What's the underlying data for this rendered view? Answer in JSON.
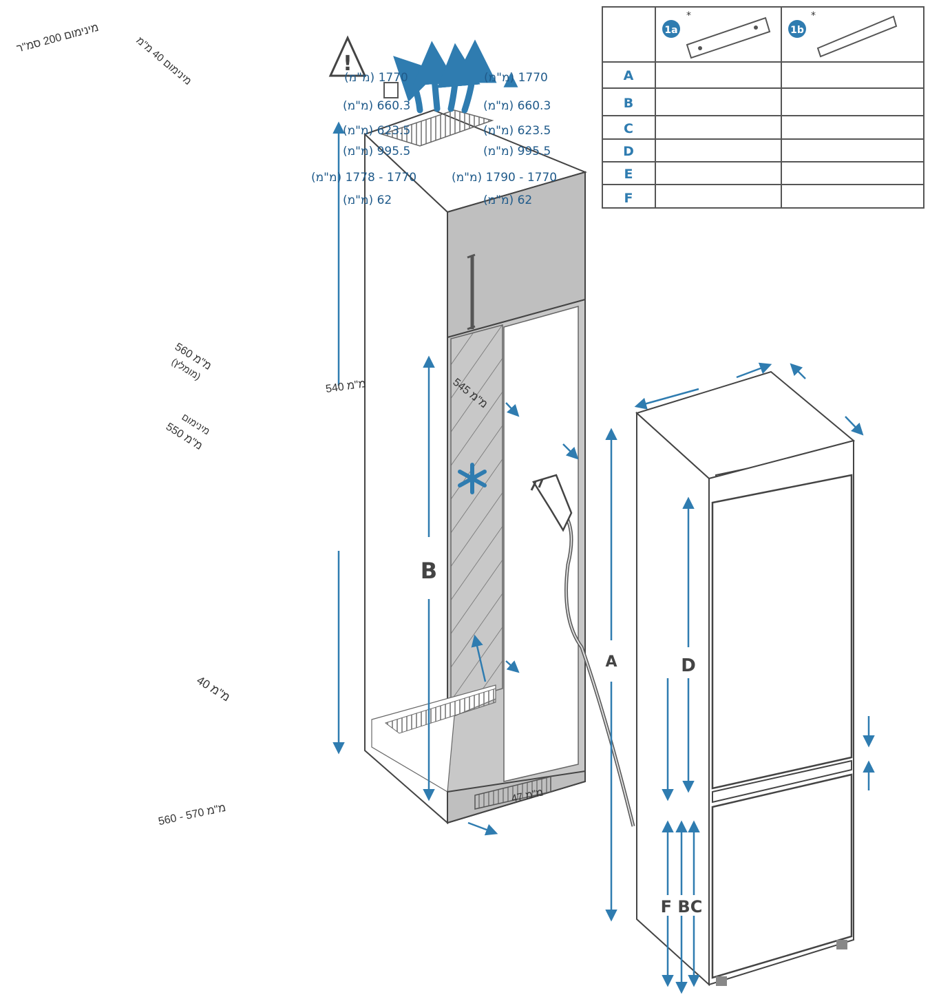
{
  "dimension_labels": [
    "מינימום 200 סמ\"ר",
    "מינימום 40 מ\"מ",
    "560 מ\"מ",
    "(מומלץ)",
    "מינימום",
    "550 מ\"מ",
    "40 מ\"מ",
    "560 - 570 מ\"מ",
    "540 מ\"מ",
    "545 מ\"מ",
    "47 מ\"מ"
  ],
  "diagram_letters": {
    "b": "B",
    "a": "A",
    "d": "D",
    "fbc": "F BC"
  },
  "table": {
    "col_headers": [
      "1a",
      "1b"
    ],
    "rows": [
      {
        "letter": "A",
        "col_1a": "1770 (מ\"מ)",
        "col_1b": "1770 (מ\"מ)"
      },
      {
        "letter": "B",
        "col_1a": "660.3 (מ\"מ)",
        "col_1b": "660.3 (מ\"מ)"
      },
      {
        "letter": "C",
        "col_1a": "623.5 (מ\"מ)",
        "col_1b": "623.5 (מ\"מ)"
      },
      {
        "letter": "D",
        "col_1a": "995.5 (מ\"מ)",
        "col_1b": "995.5 (מ\"מ)"
      },
      {
        "letter": "E",
        "col_1a": "1770 - 1778 (מ\"מ)",
        "col_1b": "1770 - 1790 (מ\"מ)"
      },
      {
        "letter": "F",
        "col_1a": "62 (מ\"מ)",
        "col_1b": "62 (מ\"מ)"
      }
    ]
  },
  "colors": {
    "arrow_blue": "#2f7cb0",
    "text_blue": "#1f5a8a",
    "panel_gray": "#bfbfbf",
    "line": "#555555"
  },
  "icons": {
    "warning": "warning-triangle-icon",
    "plug": "power-plug-icon",
    "snowflake": "snowflake-icon",
    "vent_arrows": "airflow-arrows-icon"
  }
}
